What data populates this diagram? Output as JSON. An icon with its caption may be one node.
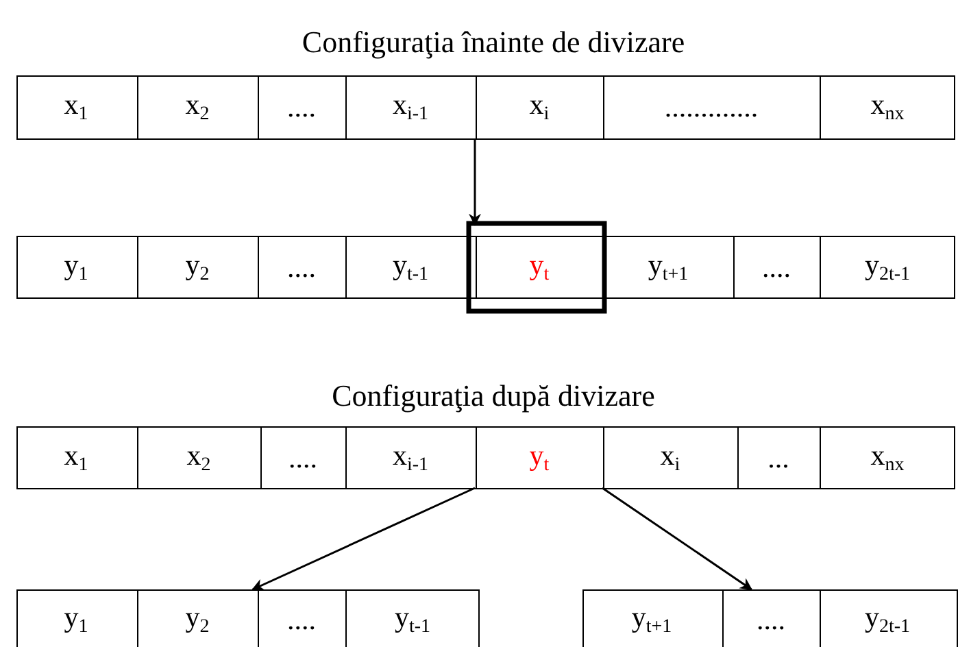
{
  "diagram": {
    "nodes": [
      {
        "text": [],
        "shape": "box"
      },
      {
        "text": [
          "x$_{1}$"
        ],
        "in": 0
      },
      {
        "text": [
          "x$_{2}$"
        ],
        "in": 0
      },
      {
        "text": [
          "...."
        ],
        "in": 0
      },
      {
        "text": [
          "x$_{i-1}$"
        ],
        "in": 0
      },
      {
        "text": [
          "x$_{i}$"
        ],
        "in": 0
      },
      {
        "text": [
          "............."
        ],
        "in": 0
      },
      {
        "text": [
          "x$_{nx}$"
        ],
        "in": 0
      },
      {
        "text": [],
        "shape": "box"
      },
      {
        "text": [
          "y$_{1}$"
        ],
        "in": 8
      },
      {
        "text": [
          "y$_{2}$"
        ],
        "in": 8
      },
      {
        "text": [
          "...."
        ],
        "in": 8
      },
      {
        "text": [
          "y$_{t-1}$"
        ],
        "in": 8
      },
      {
        "text": [
          "y$_{t}$"
        ],
        "in": 8
      },
      {
        "text": [
          "y$_{t+1}$"
        ],
        "in": 8
      },
      {
        "text": [
          "...."
        ],
        "in": 8
      },
      {
        "text": [
          "y$_{2t-1}$"
        ],
        "in": 8
      },
      {
        "text": [],
        "shape": "box"
      },
      {
        "text": [
          "x$_{1}$"
        ],
        "in": 17
      },
      {
        "text": [
          "x$_{2}$"
        ],
        "in": 17
      },
      {
        "text": [
          "...."
        ],
        "in": 17
      },
      {
        "text": [
          "x$_{i-1}$"
        ],
        "in": 17
      },
      {
        "text": [
          "y$_{t}$"
        ],
        "in": 17
      },
      {
        "text": [
          "x$_{i}$"
        ],
        "in": 17
      },
      {
        "text": [
          "..."
        ],
        "in": 17
      },
      {
        "text": [
          "x$_{nx}$"
        ],
        "in": 17
      },
      {
        "text": [],
        "shape": "box"
      },
      {
        "text": [
          "y$_{1}$"
        ],
        "in": 26
      },
      {
        "text": [
          "y$_{2}$"
        ],
        "in": 26
      },
      {
        "text": [
          "...."
        ],
        "in": 26
      },
      {
        "text": [
          "y$_{t-1}$"
        ],
        "in": 26
      },
      {
        "text": [],
        "shape": "box"
      },
      {
        "text": [
          "y$_{t+1}$"
        ],
        "in": 31
      },
      {
        "text": [
          "...."
        ],
        "in": 31
      },
      {
        "text": [
          "y$_{2t-1}$"
        ],
        "in": 31
      }
    ],
    "edges": [
      {
        "from": 5,
        "to": 13,
        "arrow": "to"
      },
      {
        "from": 22,
        "to": 26,
        "arrow": "to"
      },
      {
        "from": 22,
        "to": 31,
        "arrow": "to"
      }
    ],
    "labels": [
      "Configuraţia înainte de divizare",
      "Configuraţia după divizare"
    ]
  }
}
